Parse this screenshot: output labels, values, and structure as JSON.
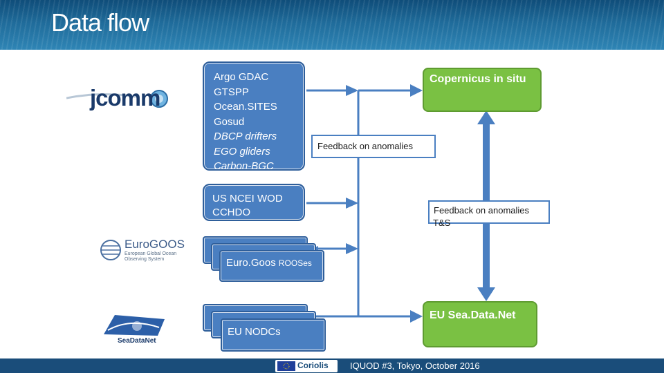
{
  "header": {
    "title": "Data flow"
  },
  "sources": {
    "argo_box": [
      "Argo GDAC",
      "GTSPP",
      "Ocean.SITES",
      "Gosud",
      "DBCP drifters",
      "EGO gliders",
      "Carbon-BGC"
    ],
    "ncei_box": [
      "US NCEI WOD",
      "CCHDO"
    ],
    "eurogoos_box": {
      "label": "Euro.Goos",
      "small": "ROOSes"
    },
    "nodc_box": "EU NODCs"
  },
  "targets": {
    "copernicus": "Copernicus in situ",
    "seadatanet": "EU Sea.Data.Net"
  },
  "feedback": {
    "first": "Feedback on anomalies",
    "second": "Feedback on anomalies",
    "second_suffix": "T&S"
  },
  "logos": {
    "jcomm": "jcomm",
    "eurogoos": "EuroGOOS",
    "eurogoos_sub1": "European Global Ocean",
    "eurogoos_sub2": "Observing System",
    "seadatanet": "SeaDataNet",
    "coriolis": "Coriolis"
  },
  "footer": {
    "caption": "IQUOD #3, Tokyo, October 2016"
  },
  "colors": {
    "blue_box": "#4a7fc1",
    "green_box": "#7ac143",
    "arrow": "#4a7fc1"
  }
}
